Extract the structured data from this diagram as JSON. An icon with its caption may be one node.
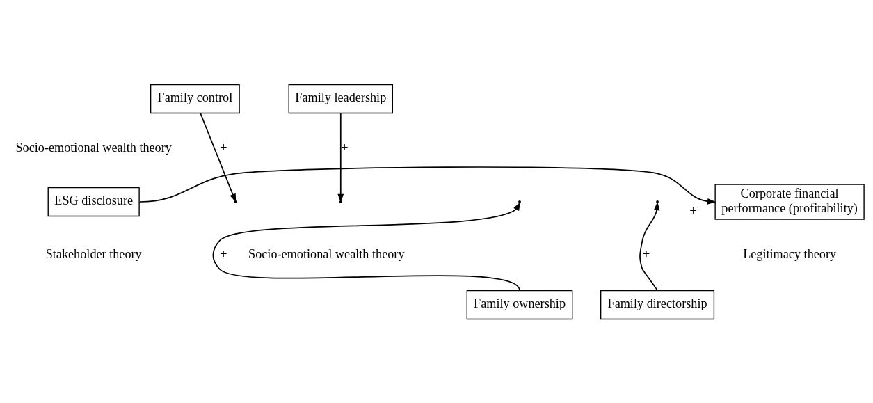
{
  "diagram": {
    "nodes": [
      {
        "text": [
          "ESG disclosure"
        ],
        "beside": [
          "Stakeholder theory"
        ]
      },
      {
        "text": [
          "Corporate financial performance (profitability)"
        ],
        "beside": [
          "Legitimacy theory"
        ]
      },
      {
        "text": [
          "Family control"
        ]
      },
      {
        "text": [
          "Family leadership"
        ]
      },
      {
        "text": [
          "Family ownership"
        ]
      },
      {
        "text": [
          "Family directorship"
        ]
      }
    ],
    "edges": [
      {
        "from": 0,
        "to": 1,
        "arrow": "to",
        "label": "+"
      },
      {
        "from": 2,
        "to": null,
        "arrow": "to",
        "label": "+"
      },
      {
        "from": 3,
        "to": null,
        "arrow": "to",
        "label": "+"
      },
      {
        "from": 4,
        "to": null,
        "arrow": "to",
        "label": "+"
      },
      {
        "from": 5,
        "to": null,
        "arrow": "to",
        "label": "+"
      }
    ],
    "labels": [
      "Socio-emotional wealth theory",
      "Socio-emotional wealth theory"
    ]
  }
}
